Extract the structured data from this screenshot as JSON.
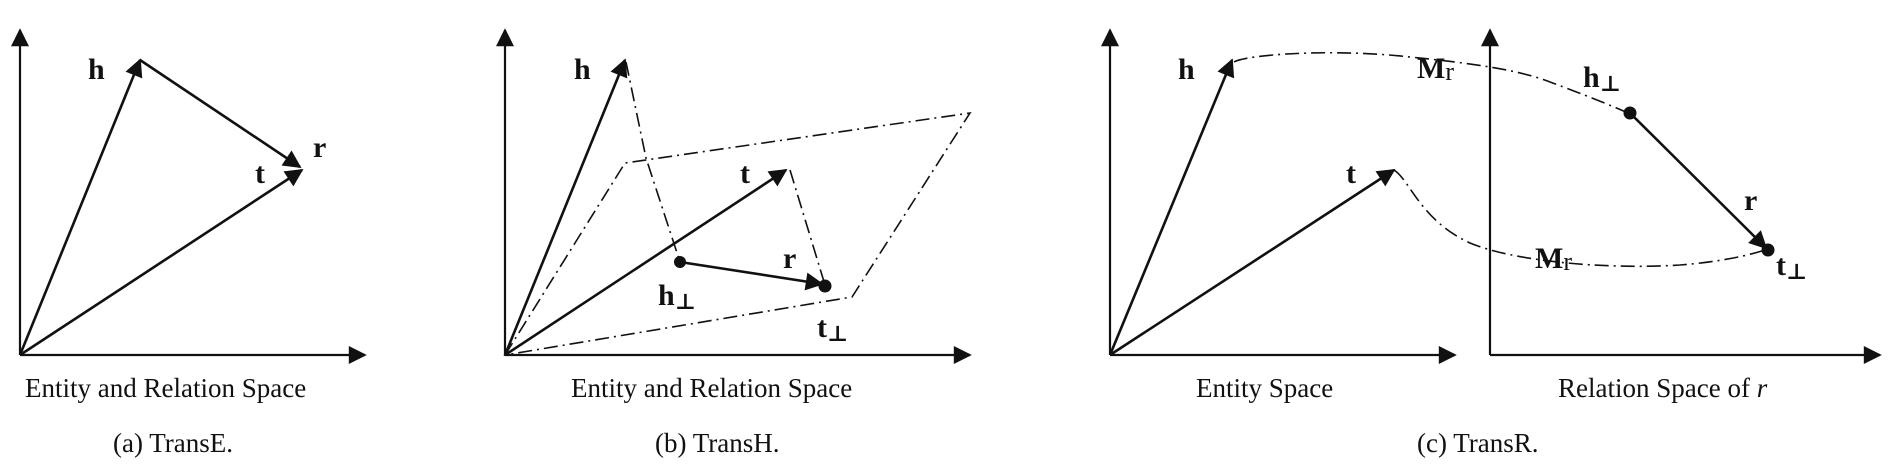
{
  "panels": {
    "transe": {
      "space_label": "Entity and Relation Space",
      "caption": "(a)  TransE.",
      "h": "h",
      "t": "t",
      "r": "r"
    },
    "transh": {
      "space_label": "Entity and Relation Space",
      "caption": "(b)  TransH.",
      "h": "h",
      "t": "t",
      "r": "r",
      "h_perp": "h",
      "t_perp": "t",
      "perp_symbol": "⊥"
    },
    "transr": {
      "entity_space_label": "Entity Space",
      "relation_space_label_prefix": "Relation Space of ",
      "relation_space_label_var": "r",
      "caption": "(c)  TransR.",
      "h": "h",
      "t": "t",
      "r": "r",
      "h_perp": "h",
      "t_perp": "t",
      "perp_symbol": "⊥",
      "M_letter": "M",
      "M_sub": "r"
    }
  }
}
